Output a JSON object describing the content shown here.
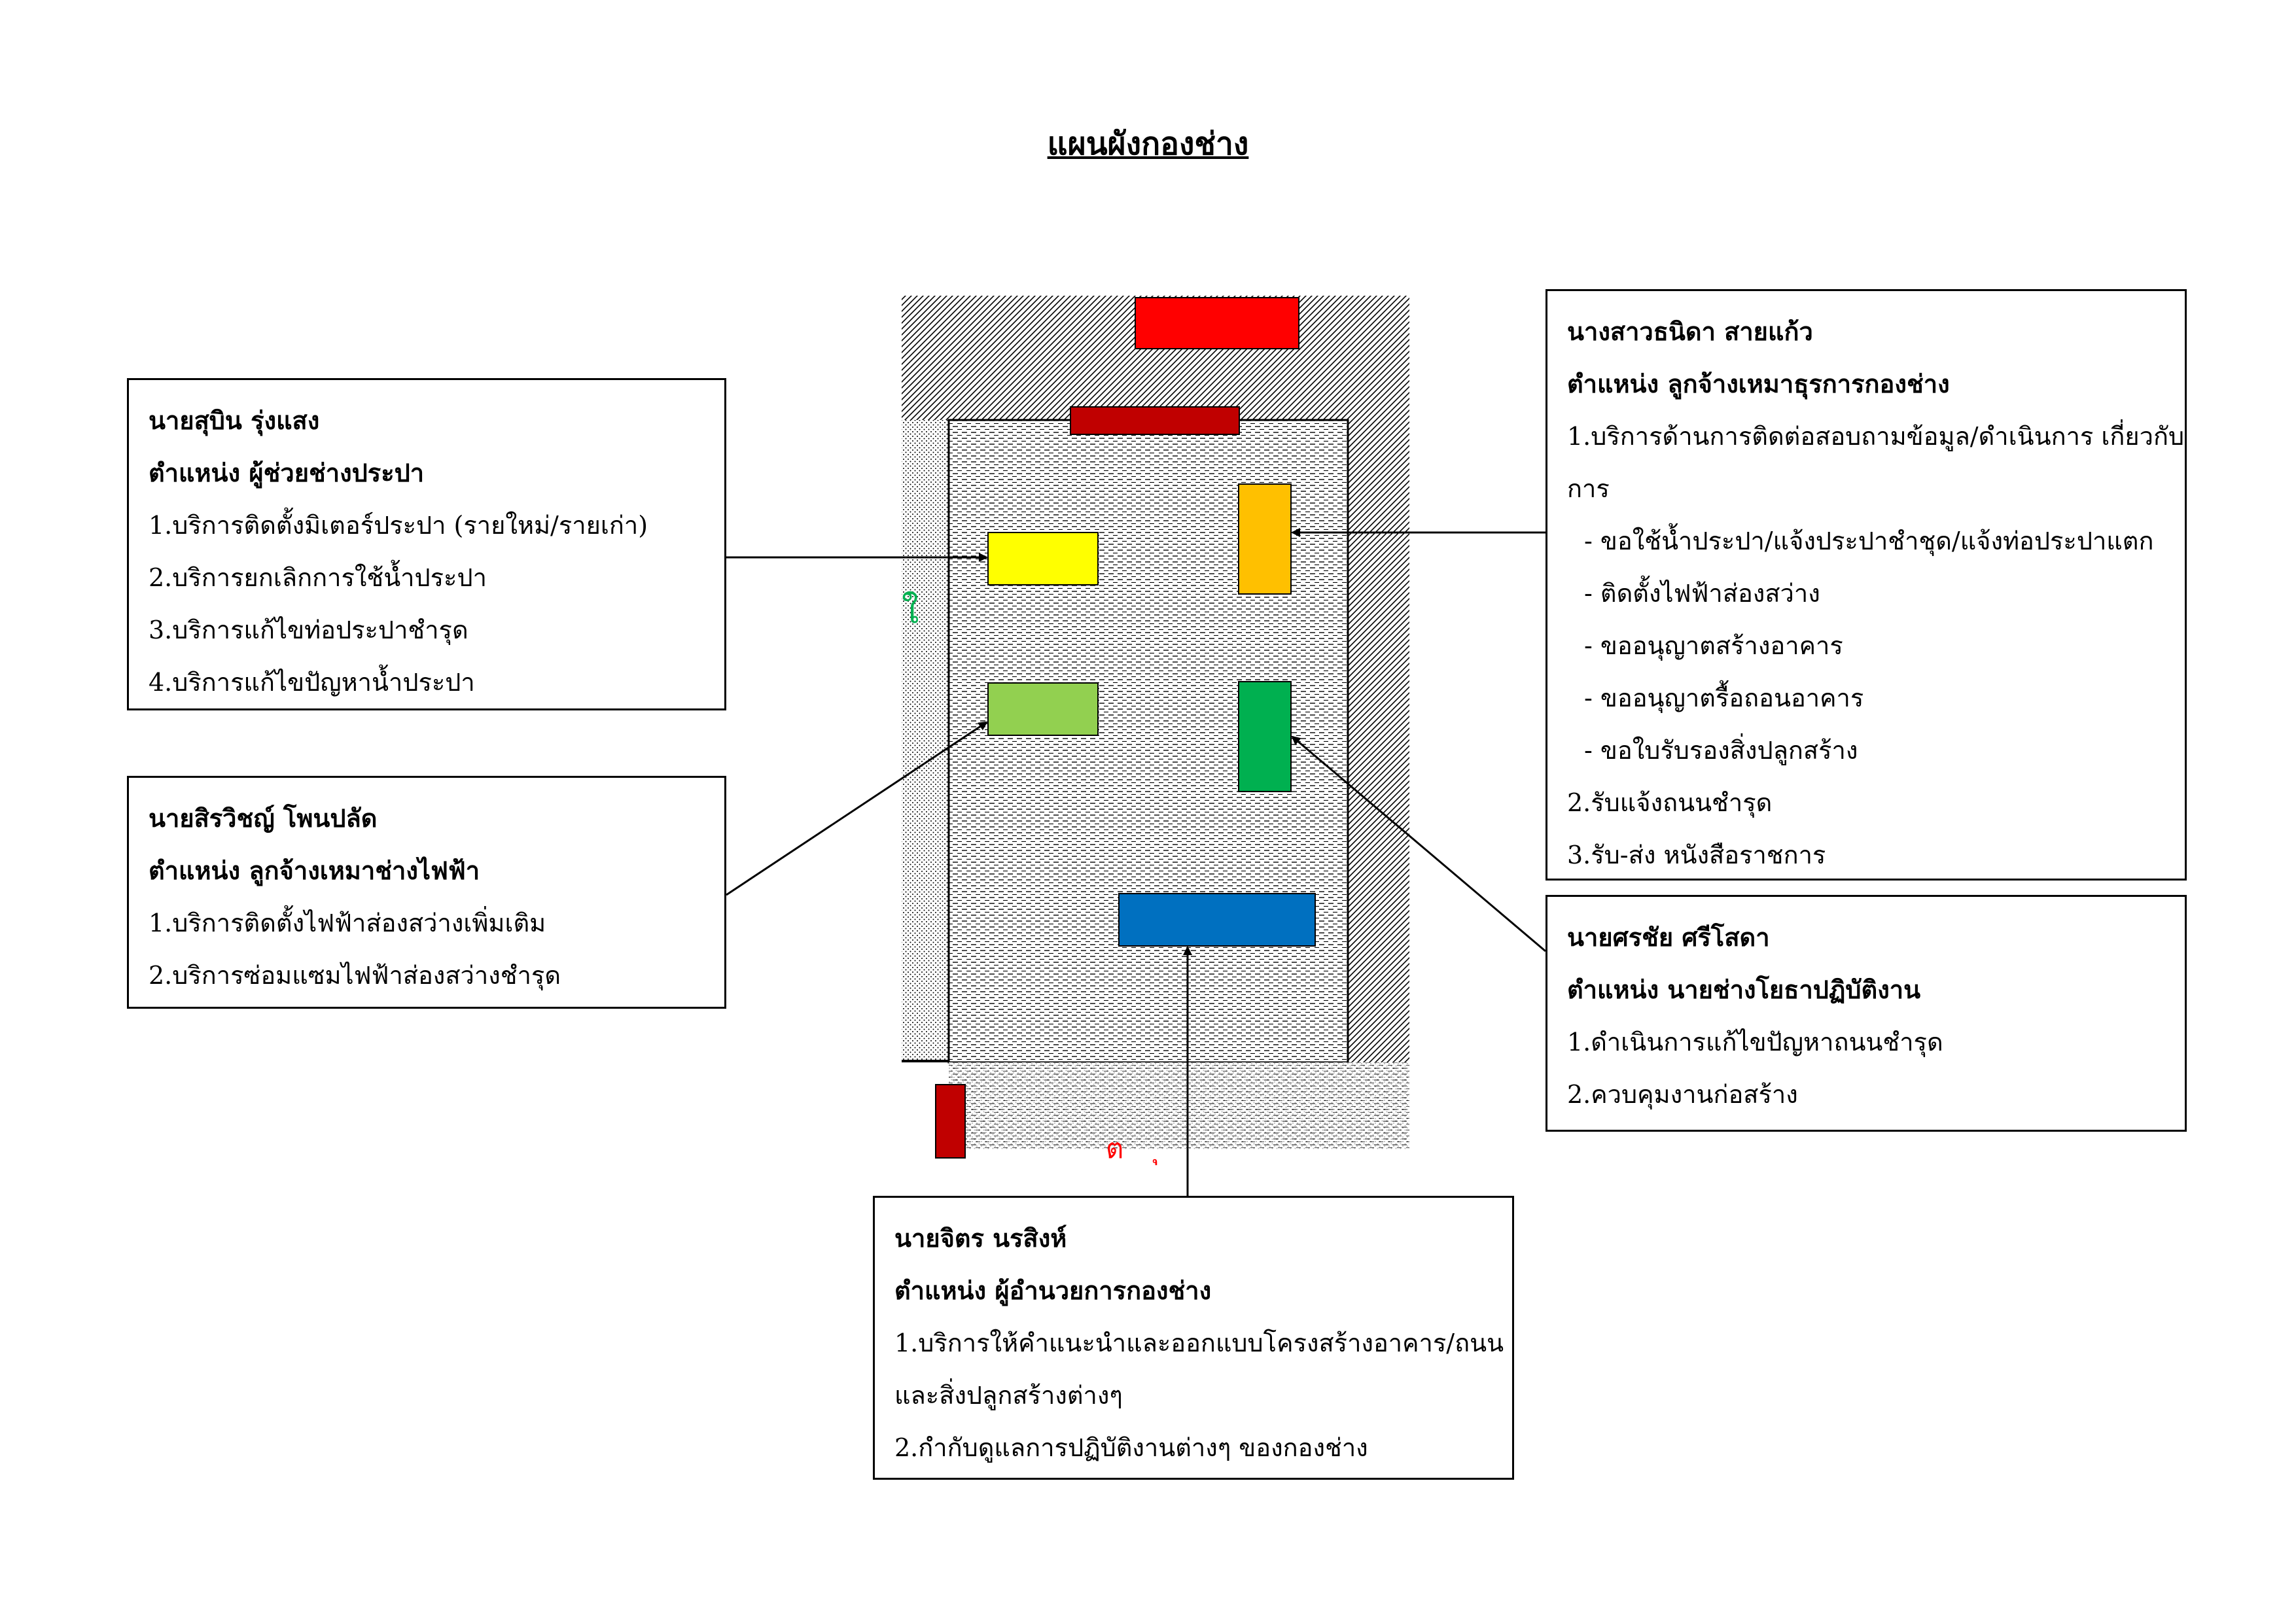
{
  "title": "แผนผังกองช่าง",
  "colors": {
    "red": "#ff0000",
    "darkred": "#c00000",
    "yellow": "#ffff00",
    "orange": "#ffc000",
    "lightgreen": "#92d050",
    "green": "#00b050",
    "blue": "#0070c0"
  },
  "plan_marks": {
    "green_fragment": "ใ",
    "red_fragment": "ต    ุ"
  },
  "boxes": {
    "supin": {
      "name": "นายสุบิน  รุ่งแสง",
      "position": "ตำแหน่ง ผู้ช่วยช่างประปา",
      "items": [
        "1.บริการติดตั้งมิเตอร์ประปา (รายใหม่/รายเก่า)",
        "2.บริการยกเลิกการใช้น้ำประปา",
        "3.บริการแก้ไขท่อประปาชำรุด",
        "4.บริการแก้ไขปัญหาน้ำประปา"
      ]
    },
    "siravit": {
      "name": "นายสิรวิชญ์  โพนปลัด",
      "position": "ตำแหน่ง ลูกจ้างเหมาช่างไฟฟ้า",
      "items": [
        "1.บริการติดตั้งไฟฟ้าส่องสว่างเพิ่มเติม",
        "2.บริการซ่อมแซมไฟฟ้าส่องสว่างชำรุด"
      ]
    },
    "thanida": {
      "name": "นางสาวธนิดา  สายแก้ว",
      "position": "ตำแหน่ง ลูกจ้างเหมาธุรการกองช่าง",
      "items": [
        "1.บริการด้านการติดต่อสอบถามข้อมูล/ดำเนินการ เกี่ยวกับ",
        "การ",
        "- ขอใช้น้ำประปา/แจ้งประปาชำชุด/แจ้งท่อประปาแตก",
        "- ติดตั้งไฟฟ้าส่องสว่าง",
        "- ขออนุญาตสร้างอาคาร",
        "- ขออนุญาตรื้อถอนอาคาร",
        "- ขอใบรับรองสิ่งปลูกสร้าง",
        "2.รับแจ้งถนนชำรุด",
        "3.รับ-ส่ง หนังสือราชการ"
      ]
    },
    "sornchai": {
      "name": "นายศรชัย  ศรีโสดา",
      "position": "ตำแหน่ง นายช่างโยธาปฏิบัติงาน",
      "items": [
        "1.ดำเนินการแก้ไขปัญหาถนนชำรุด",
        "2.ควบคุมงานก่อสร้าง"
      ]
    },
    "jitr": {
      "name": "นายจิตร  นรสิงห์",
      "position": "ตำแหน่ง ผู้อำนวยการกองช่าง",
      "items": [
        "1.บริการให้คำแนะนำและออกแบบโครงสร้างอาคาร/ถนน",
        "และสิ่งปลูกสร้างต่างๆ",
        "2.กำกับดูแลการปฏิบัติงานต่างๆ ของกองช่าง"
      ]
    }
  }
}
